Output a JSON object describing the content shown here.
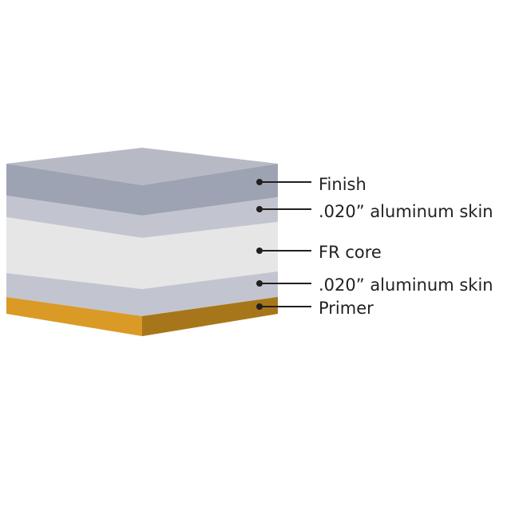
{
  "layers": [
    {
      "id": "finish",
      "label": "Finish",
      "front_color": "#9ea3b3",
      "top_color": "#b7bac5"
    },
    {
      "id": "aluminum-skin-top",
      "label": ".020” aluminum skin",
      "front_color": "#c2c5cf"
    },
    {
      "id": "fr-core",
      "label": "FR core",
      "front_color": "#e6e6e6"
    },
    {
      "id": "aluminum-skin-bottom",
      "label": ".020” aluminum skin",
      "front_color": "#c2c5cf"
    },
    {
      "id": "primer",
      "label": "Primer",
      "front_color": "#d99a26",
      "right_color": "#a8761a"
    }
  ],
  "leader_color": "#231f20"
}
